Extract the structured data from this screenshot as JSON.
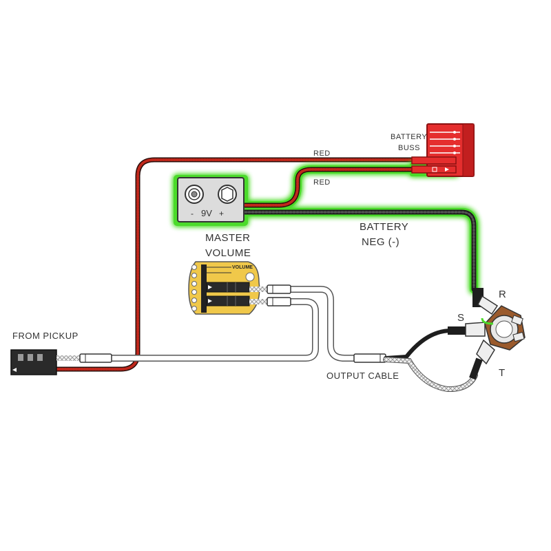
{
  "labels": {
    "battery_buss_line1": "BATTERY",
    "battery_buss_line2": "BUSS",
    "red_upper": "RED",
    "red_lower": "RED",
    "battery_neg_line1": "BATTERY",
    "battery_neg_line2": "NEG (-)",
    "master_volume_line1": "MASTER",
    "master_volume_line2": "VOLUME",
    "volume_pcb": "VOLUME",
    "from_pickup": "FROM PICKUP",
    "output_cable": "OUTPUT CABLE",
    "jack_ring": "R",
    "jack_sleeve": "S",
    "jack_tip": "T"
  },
  "battery": {
    "minus": "-",
    "voltage": "9V",
    "plus": "+"
  },
  "colors": {
    "red_wire": "#c0281c",
    "black_wire": "#1e1e1e",
    "white_wire": "#ffffff",
    "highlight_glow": "#4cdb2a",
    "battery_buss": "#e52e2e",
    "pcb_yellow": "#f0c84a",
    "jack_brown": "#9a5a2c"
  },
  "icons": {
    "battery_clip": "battery-snap-icon",
    "output_jack": "stereo-jack-icon",
    "pickup_connector": "connector-plug-icon"
  }
}
